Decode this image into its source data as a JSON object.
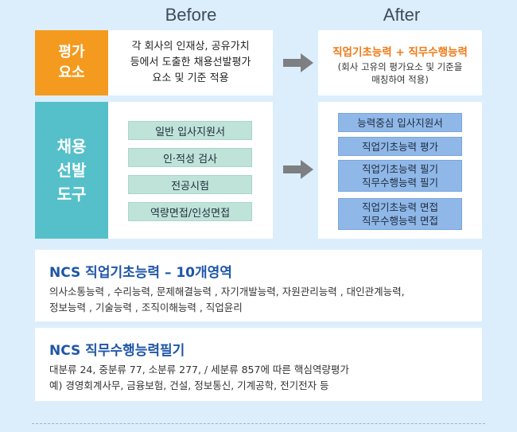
{
  "headers": {
    "before": "Before",
    "after": "After"
  },
  "rows": {
    "eval": {
      "label": "평가\n요소",
      "before_text": "각 회사의 인재상, 공유가치\n등에서 도출한 채용선발평가\n요소 및 기준 적용",
      "after_title": "직업기초능력 + 직무수행능력",
      "after_sub": "(회사 고유의 평가요소 및 기준을\n매칭하여 적용)"
    },
    "tools": {
      "label": "채용\n선발\n도구",
      "before_items": [
        "일반 입사지원서",
        "인·적성 검사",
        "전공시험",
        "역량면접/인성면접"
      ],
      "after_items": [
        "능력중심 입사지원서",
        "직업기초능력 평가",
        "직업기초능력 필기\n직무수행능력 필기",
        "직업기초능력 면접\n직무수행능력 면접"
      ]
    }
  },
  "ncs1": {
    "title": "NCS 직업기초능력 – 10개영역",
    "body": "의사소통능력 , 수리능력, 문제해결능력 , 자기개발능력,  자원관리능력 , 대인관계능력,\n정보능력 , 기술능력 , 조직이해능력 , 직업윤리"
  },
  "ncs2": {
    "title": "NCS 직무수행능력필기",
    "body": "대분류 24, 중분류 77, 소분류 277, / 세분류 857에 따른 핵심역량평가\n 예) 경영회계사무, 금융보험, 건설, 정보통신, 기계공학, 전기전자 등"
  },
  "colors": {
    "background": "#dceefc",
    "eval_label_bg": "#f49a1e",
    "tools_label_bg": "#55c0c9",
    "after_title": "#f07a16",
    "tool_before_bg": "#bfe2d9",
    "tool_after_bg": "#8fb7e8",
    "ncs_title": "#1f56a6"
  },
  "icons": {
    "arrow": "right-arrow-icon"
  }
}
